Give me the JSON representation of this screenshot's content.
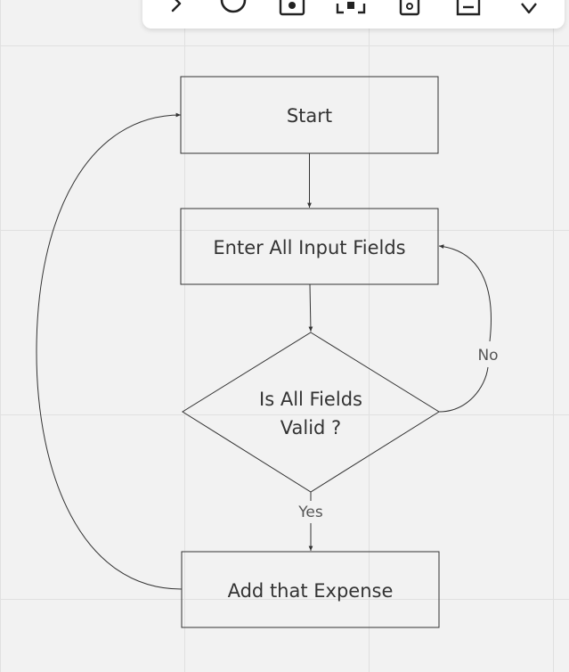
{
  "diagram": {
    "nodes": {
      "start": {
        "label": "Start"
      },
      "input": {
        "label": "Enter All Input Fields"
      },
      "decision": {
        "label_line1": "Is All Fields",
        "label_line2": "Valid ?"
      },
      "add": {
        "label": "Add that Expense"
      }
    },
    "edges": {
      "no_label": "No",
      "yes_label": "Yes"
    }
  },
  "toolbar": {
    "tools": [
      "chevron-icon",
      "circle-icon",
      "camera-icon",
      "frame-icon",
      "clipboard-icon",
      "note-icon",
      "pen-icon"
    ]
  },
  "colors": {
    "canvas": "#f2f2f2",
    "grid": "#e0e0e0",
    "stroke": "#333333"
  }
}
